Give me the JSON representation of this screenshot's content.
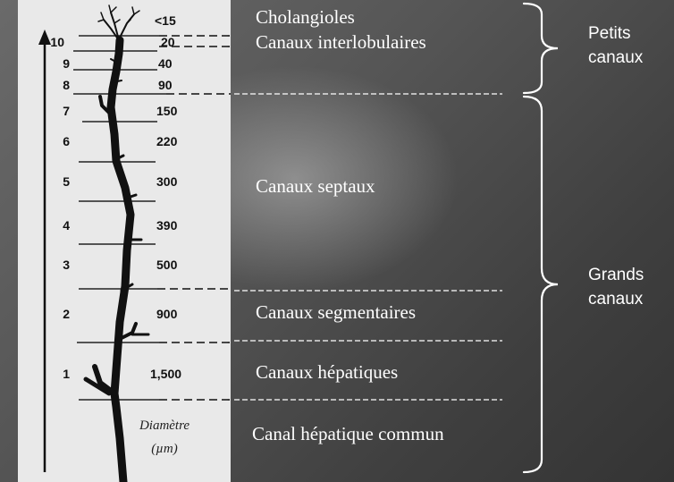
{
  "generations": [
    "10",
    "9",
    "8",
    "7",
    "6",
    "5",
    "4",
    "3",
    "2",
    "1"
  ],
  "diameters": [
    "<15",
    "20",
    "40",
    "90",
    "150",
    "220",
    "300",
    "390",
    "500",
    "900",
    "1,500"
  ],
  "diameter_axis": {
    "line1": "Diamètre",
    "line2": "(µm)"
  },
  "duct_labels": {
    "cholangioles": "Cholangioles",
    "interlobulaires": "Canaux interlobulaires",
    "septaux": "Canaux septaux",
    "segmentaires": "Canaux segmentaires",
    "hepatiques": "Canaux hépatiques",
    "hepatique_commun": "Canal hépatique commun"
  },
  "groups": {
    "petits": {
      "line1": "Petits",
      "line2": "canaux"
    },
    "grands": {
      "line1": "Grands",
      "line2": "canaux"
    }
  },
  "colors": {
    "panel": "#e9e9e9",
    "background": "#4a4a4a",
    "ink": "#111111",
    "text_light": "#ffffff"
  }
}
